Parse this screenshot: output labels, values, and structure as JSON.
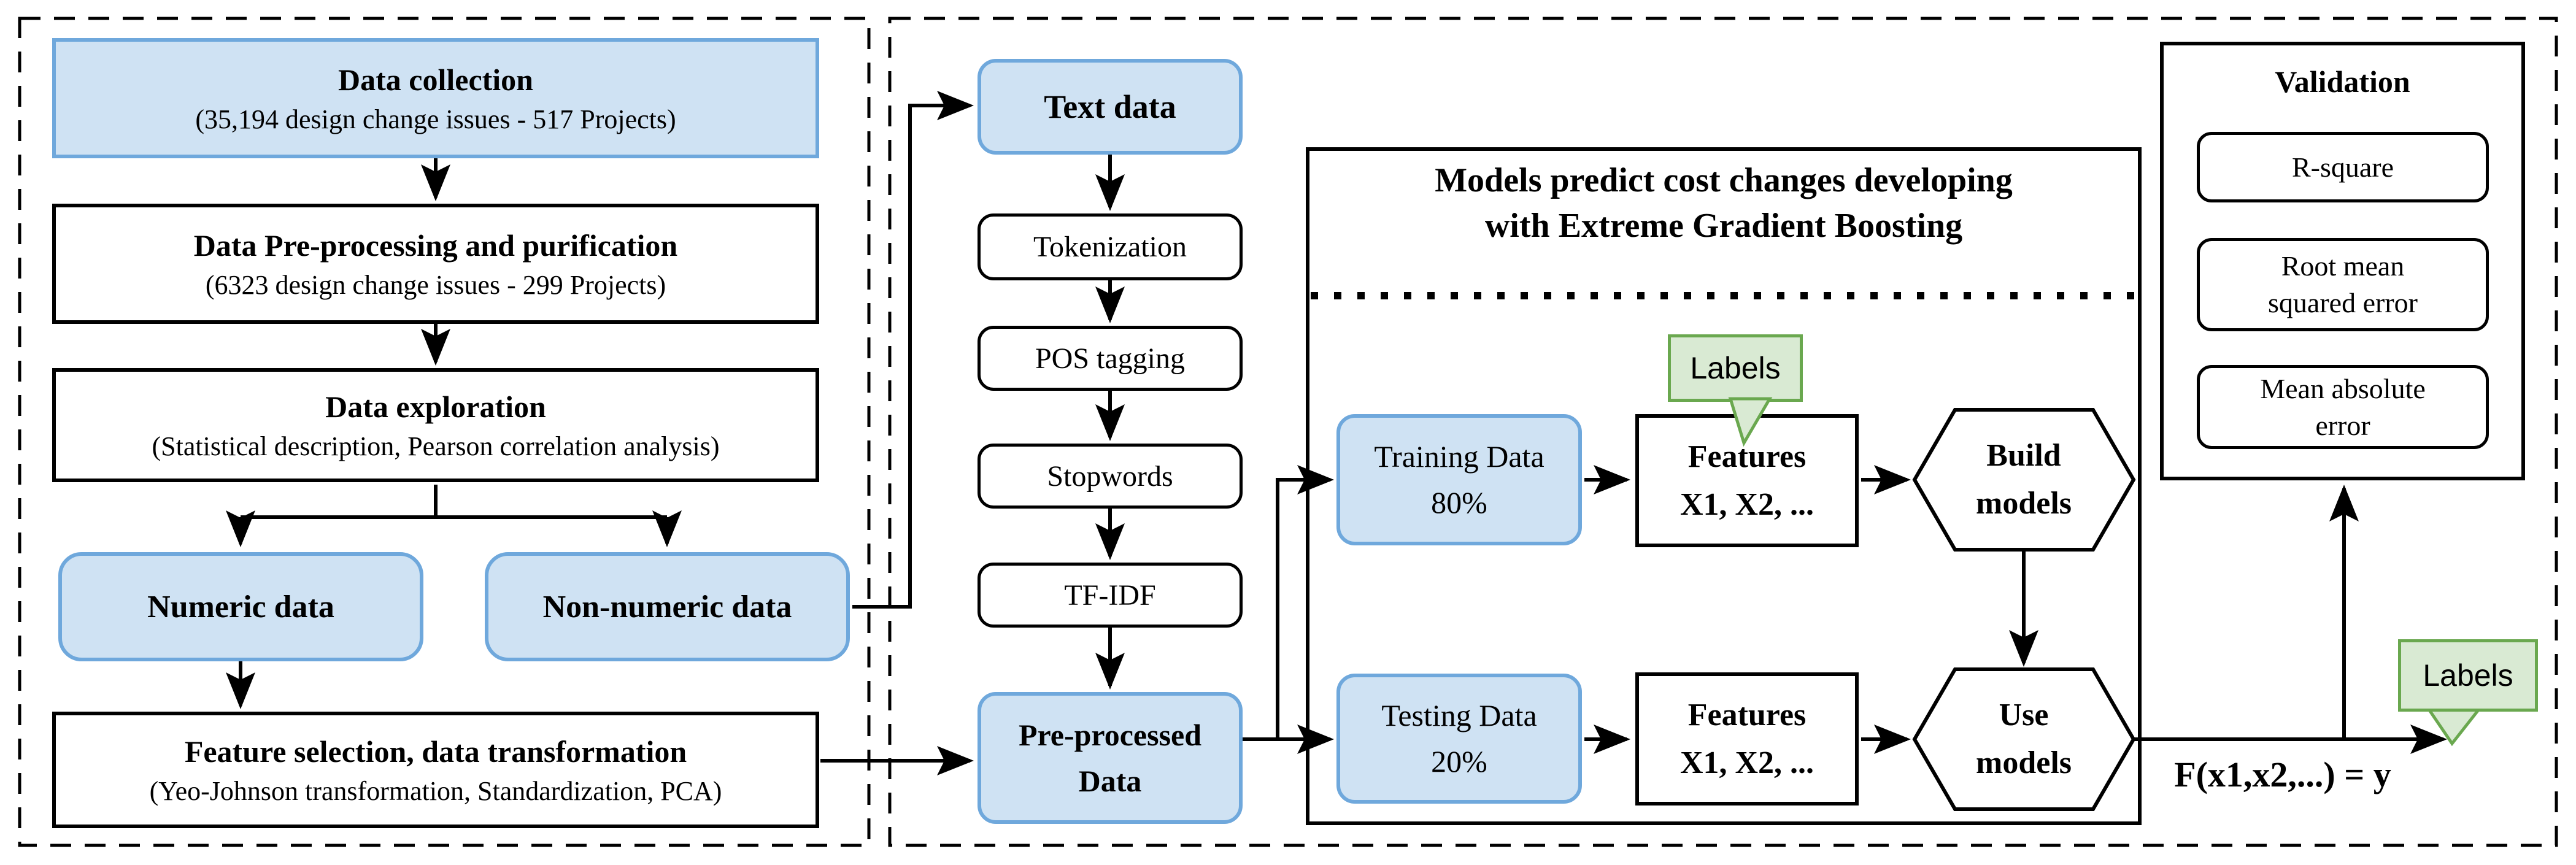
{
  "colors": {
    "box_fill_blue": "#cfe2f3",
    "box_border_blue": "#6fa8dc",
    "callout_fill_green": "#d9ead3",
    "callout_border_green": "#6aa84f",
    "line_black": "#000000"
  },
  "left_panel": {
    "data_collection_title": "Data collection",
    "data_collection_subtitle": "(35,194 design change issues - 517 Projects)",
    "preprocessing_title": "Data Pre-processing and purification",
    "preprocessing_subtitle": "(6323 design change issues - 299 Projects)",
    "exploration_title": "Data exploration",
    "exploration_subtitle": "(Statistical description, Pearson correlation analysis)",
    "numeric_label": "Numeric data",
    "non_numeric_label": "Non-numeric data",
    "feature_selection_title": "Feature selection, data transformation",
    "feature_selection_subtitle": "(Yeo-Johnson transformation, Standardization, PCA)"
  },
  "nlp_pipeline": {
    "text_data_label": "Text data",
    "step1": "Tokenization",
    "step2": "POS tagging",
    "step3": "Stopwords",
    "step4": "TF-IDF",
    "preprocessed_line1": "Pre-processed",
    "preprocessed_line2": "Data"
  },
  "models_panel": {
    "title_line1": "Models predict cost changes developing",
    "title_line2": "with Extreme Gradient Boosting",
    "training_line1": "Training Data",
    "training_line2": "80%",
    "testing_line1": "Testing Data",
    "testing_line2": "20%",
    "features_line1": "Features",
    "features_line2": "X1, X2, ...",
    "build_line1": "Build",
    "build_line2": "models",
    "use_line1": "Use",
    "use_line2": "models",
    "labels_callout_training": "Labels",
    "labels_callout_output": "Labels",
    "output_formula": "F(x1,x2,...) = y"
  },
  "validation_panel": {
    "title": "Validation",
    "metric1": "R-square",
    "metric2_line1": "Root mean",
    "metric2_line2": "squared error",
    "metric3_line1": "Mean absolute",
    "metric3_line2": "error"
  }
}
